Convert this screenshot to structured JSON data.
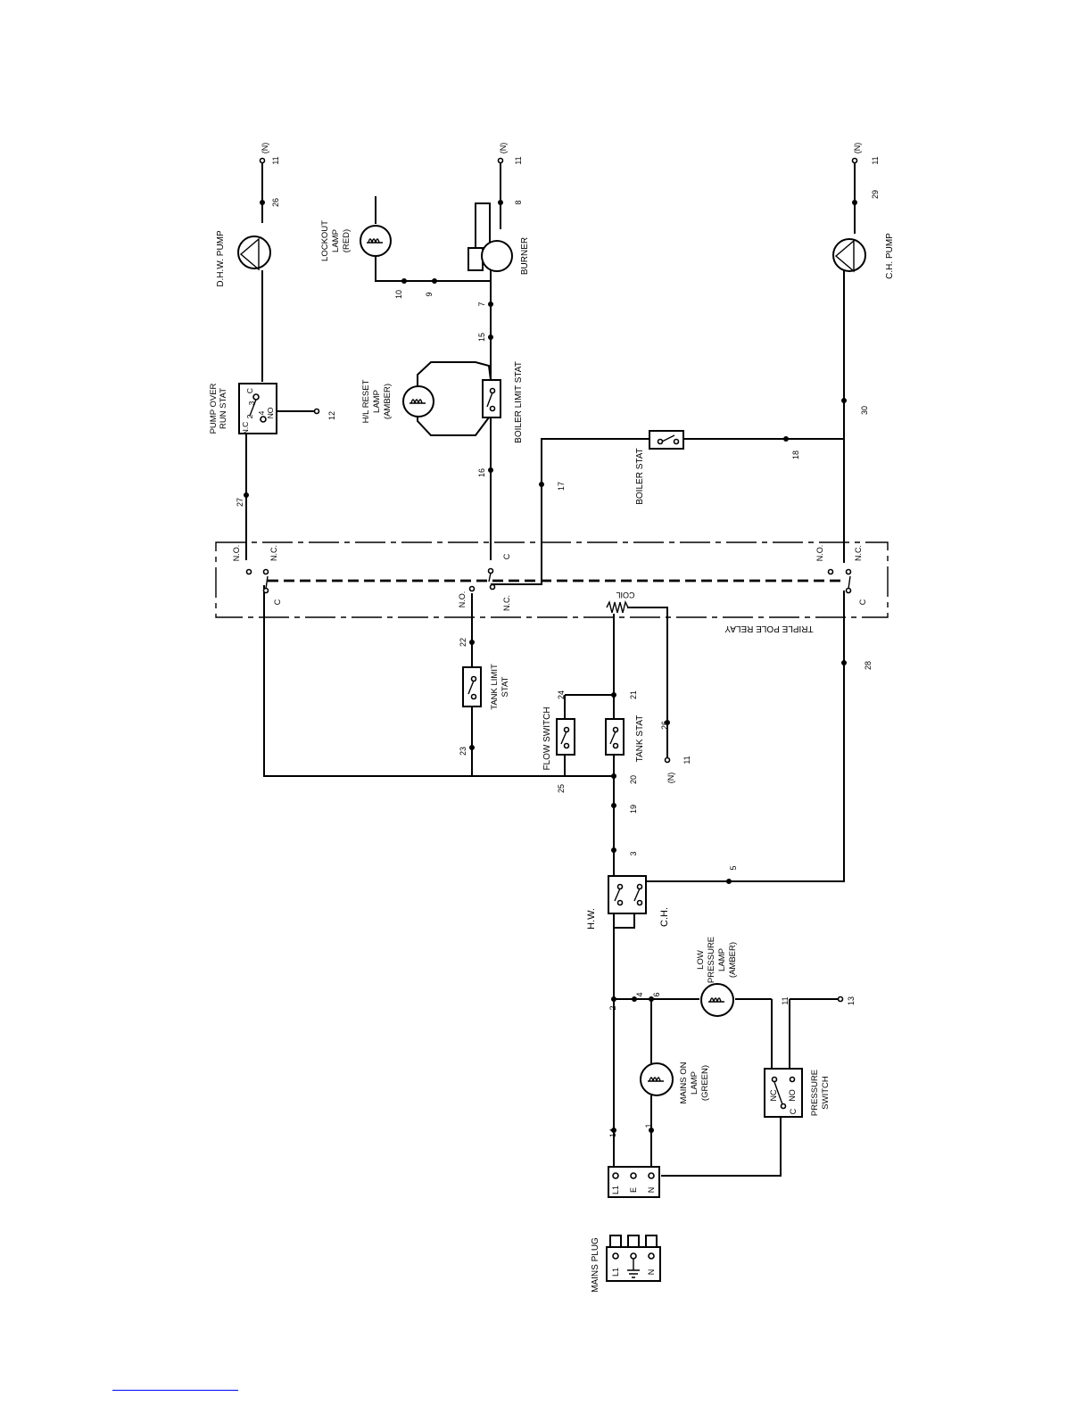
{
  "components": {
    "dhw_pump": "D.H.W. PUMP",
    "lockout_lamp": [
      "LOCKOUT",
      "LAMP",
      "(RED)"
    ],
    "burner": "BURNER",
    "ch_pump": "C.H. PUMP",
    "pump_overrun_stat": [
      "PUMP OVER",
      "RUN STAT"
    ],
    "hl_reset_lamp": [
      "H/L RESET",
      "LAMP",
      "(AMBER)"
    ],
    "boiler_limit_stat": "BOILER LIMIT STAT",
    "boiler_stat": "BOILER STAT",
    "triple_pole_relay": "TRIPLE POLE RELAY",
    "coil": "COIL",
    "tank_limit_stat": [
      "TANK LIMIT",
      "STAT"
    ],
    "flow_switch": "FLOW SWITCH",
    "tank_stat": "TANK STAT",
    "hw": "H.W.",
    "ch": "C.H.",
    "low_pressure_lamp": [
      "LOW",
      "PRESSURE",
      "LAMP",
      "(AMBER)"
    ],
    "mains_on_lamp": [
      "MAINS ON",
      "LAMP",
      "(GREEN)"
    ],
    "pressure_switch": [
      "PRESSURE",
      "SWITCH"
    ],
    "mains_plug": "MAINS PLUG"
  },
  "terminals": {
    "neutral": "(N)",
    "no": "N.O.",
    "nc": "N.C.",
    "c": "C",
    "no_short": "NO",
    "nc_short": "NC",
    "nc_lower": "N.C",
    "l1": "L1",
    "e": "E",
    "n": "N",
    "t2": "2",
    "t3": "3",
    "t4": "4"
  },
  "wire_numbers": {
    "w1": "1",
    "w2": "2",
    "w3": "3",
    "w4": "4",
    "w5": "5",
    "w6": "6",
    "w7": "7",
    "w8": "8",
    "w9": "9",
    "w10": "10",
    "w11": "11",
    "w12": "12",
    "w13": "13",
    "w14": "14",
    "w15": "15",
    "w16": "16",
    "w17": "17",
    "w18": "18",
    "w19": "19",
    "w20": "20",
    "w21": "21",
    "w22": "22",
    "w23": "23",
    "w24": "24",
    "w25": "25",
    "w26": "26",
    "w27": "27",
    "w28": "28",
    "w29": "29",
    "w30": "30"
  },
  "icons": {
    "pump": "pump-icon",
    "lamp": "lamp-filament-icon",
    "switch": "switch-contact-icon",
    "relay": "relay-coil-icon",
    "plug": "mains-plug-icon"
  }
}
